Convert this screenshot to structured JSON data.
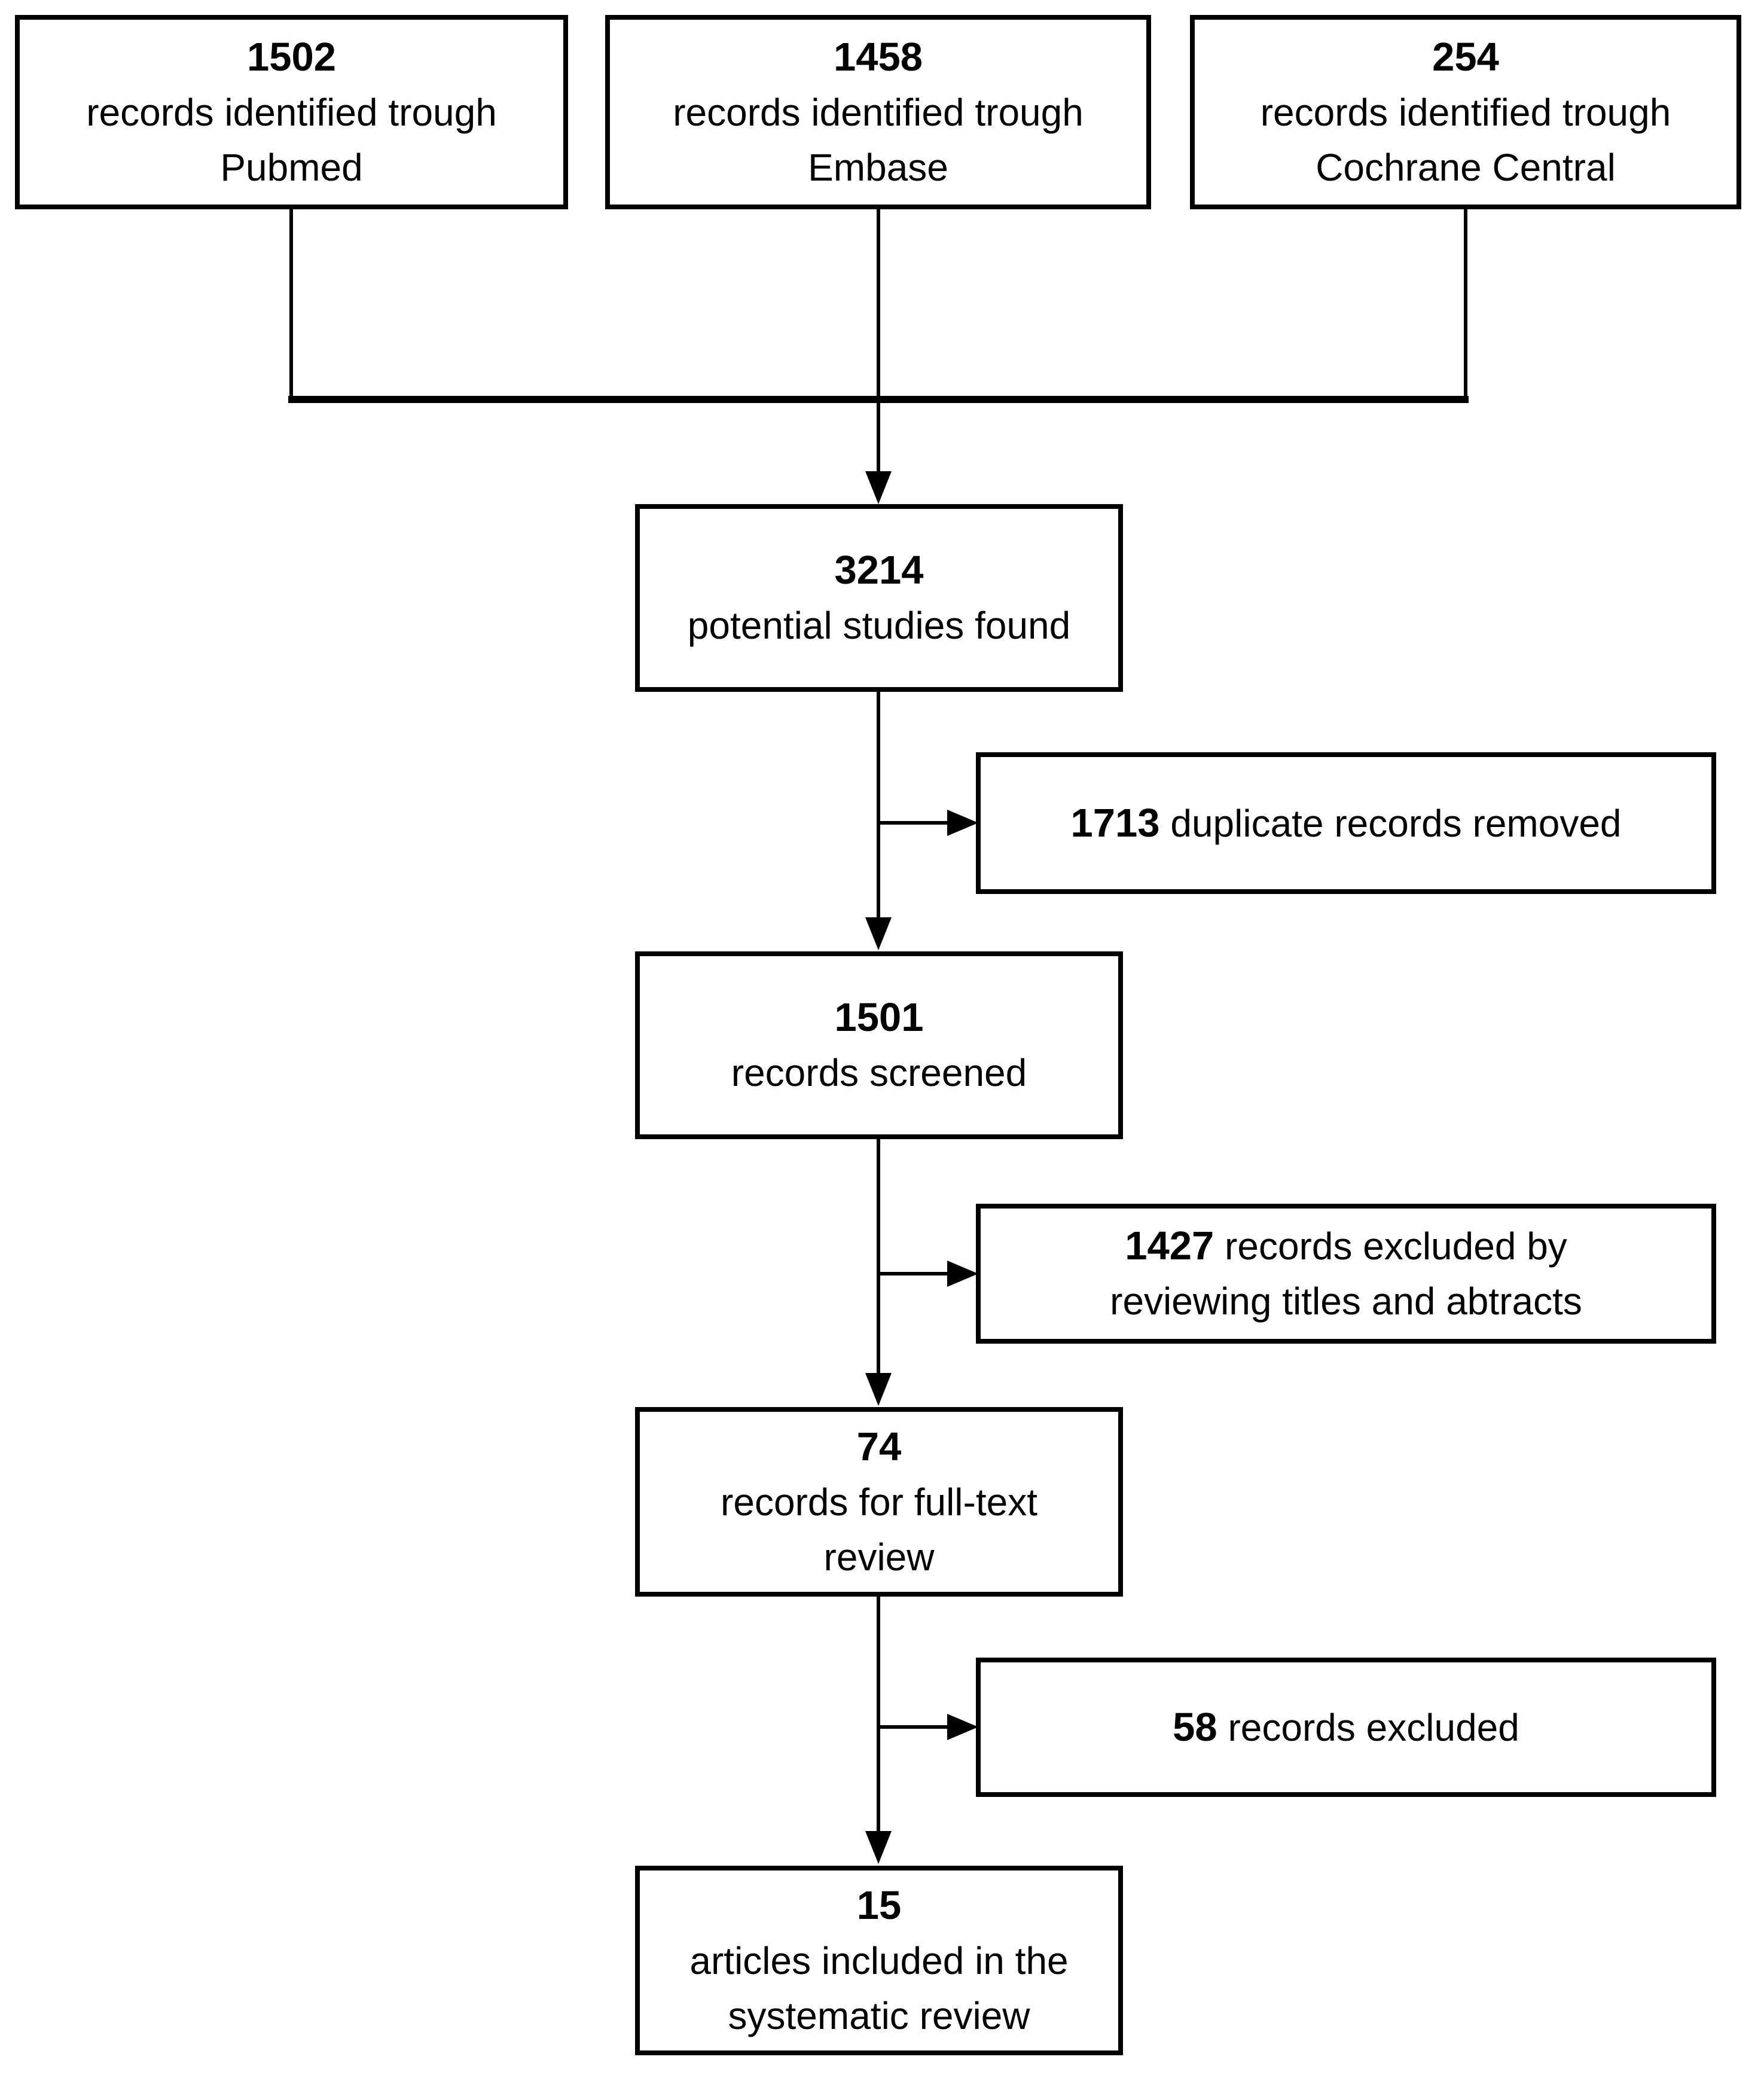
{
  "colors": {
    "background": "#ffffff",
    "box_border": "#000000",
    "text": "#000000"
  },
  "flowchart": {
    "sources": [
      {
        "count": "1502",
        "line1": "records identified trough",
        "line2": "Pubmed"
      },
      {
        "count": "1458",
        "line1": "records identified trough",
        "line2": "Embase"
      },
      {
        "count": "254",
        "line1": "records identified trough",
        "line2": "Cochrane Central"
      }
    ],
    "main_steps": [
      {
        "count": "3214",
        "line1": "potential studies found",
        "line2": ""
      },
      {
        "count": "1501",
        "line1": "records screened",
        "line2": ""
      },
      {
        "count": "74",
        "line1": "records for full-text",
        "line2": "review"
      },
      {
        "count": "15",
        "line1": "articles included in the",
        "line2": "systematic review"
      }
    ],
    "exclusions": [
      {
        "count": "1713",
        "line1": "duplicate records removed",
        "line2": ""
      },
      {
        "count": "1427",
        "line1": "records excluded by",
        "line2": "reviewing titles and abtracts"
      },
      {
        "count": "58",
        "line1": "records excluded",
        "line2": ""
      }
    ]
  }
}
